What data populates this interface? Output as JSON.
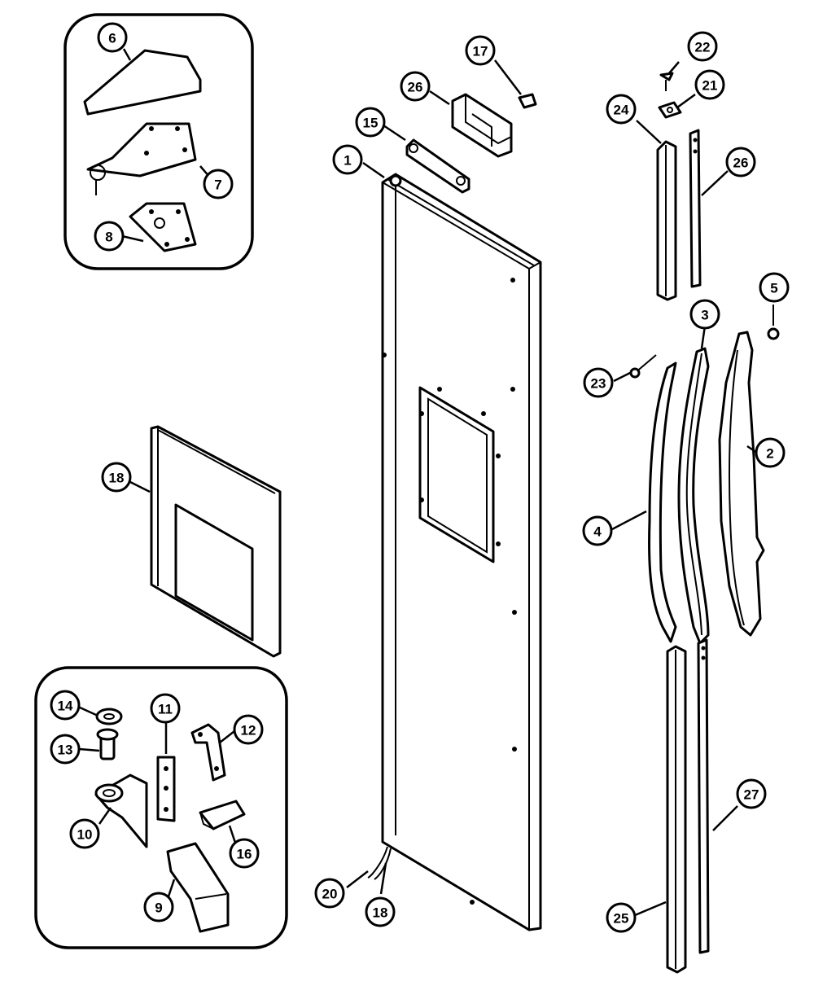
{
  "callouts": {
    "c1": "1",
    "c2": "2",
    "c3": "3",
    "c4": "4",
    "c5": "5",
    "c6": "6",
    "c7": "7",
    "c8": "8",
    "c9": "9",
    "c10": "10",
    "c11": "11",
    "c12": "12",
    "c13": "13",
    "c14": "14",
    "c15": "15",
    "c16": "16",
    "c17": "17",
    "c18a": "18",
    "c18b": "18",
    "c20": "20",
    "c21": "21",
    "c22": "22",
    "c23": "23",
    "c24": "24",
    "c25": "25",
    "c26a": "26",
    "c26b": "26",
    "c27": "27"
  }
}
